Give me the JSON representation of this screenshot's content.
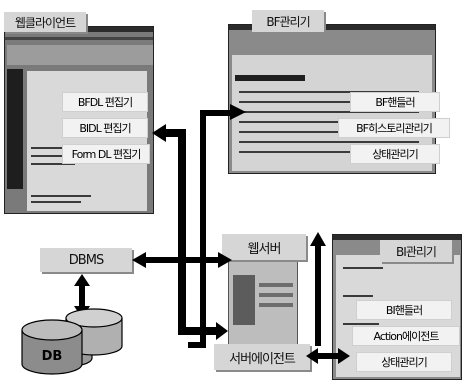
{
  "web_client": {
    "title": "웹클라이언트",
    "items": [
      "BFDL 편집기",
      "BIDL 편집기",
      "Form DL 편집기"
    ]
  },
  "bf_manager": {
    "title": "BF관리기",
    "items": [
      "BF핸들러",
      "BF히스토리관리기",
      "상태관리기"
    ]
  },
  "bi_manager": {
    "title": "BI관리기",
    "items": [
      "BI핸들러",
      "Action에이전트",
      "상태관리기"
    ]
  },
  "web_server": "웹서버",
  "server_agent": "서버에이전트",
  "dbms": "DBMS",
  "db": "DB"
}
